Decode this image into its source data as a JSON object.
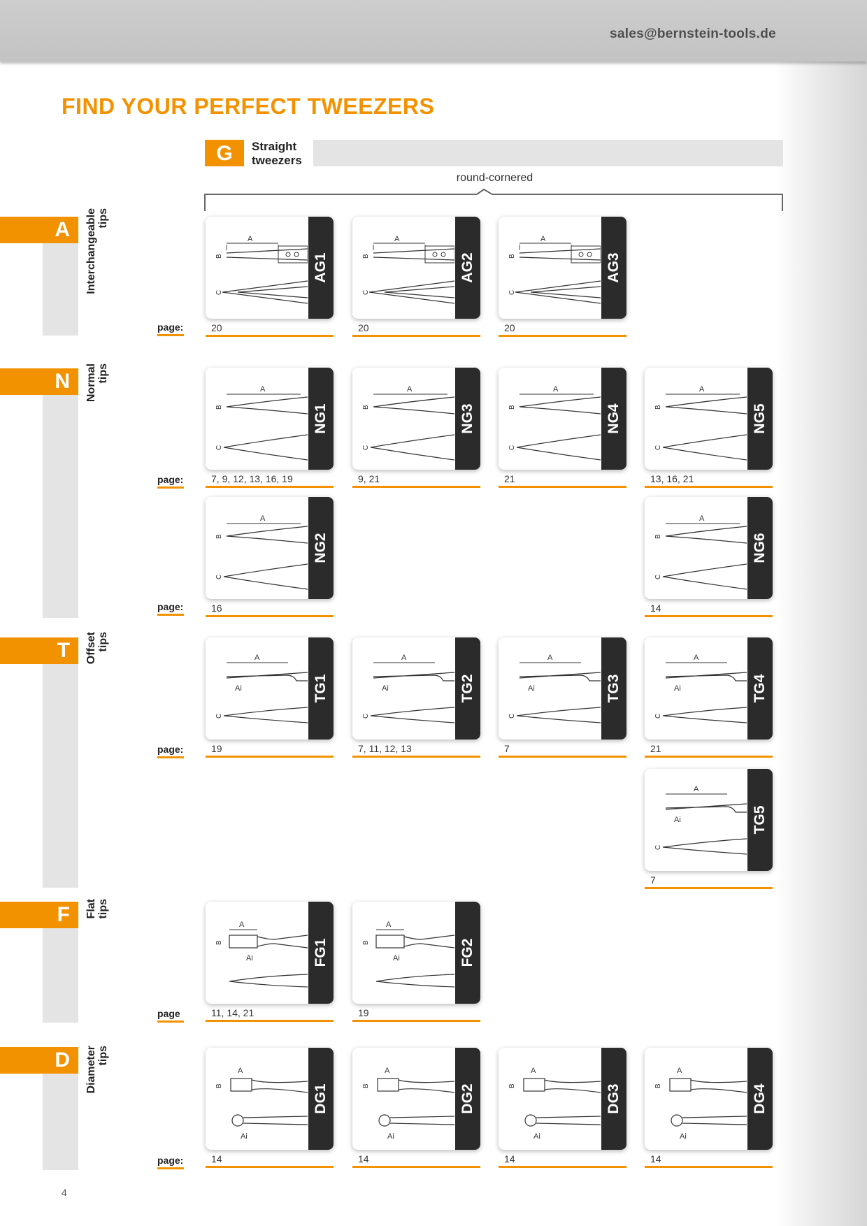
{
  "header": {
    "email": "sales@bernstein-tools.de"
  },
  "title": "FIND YOUR PERFECT TWEEZERS",
  "column_group": {
    "letter": "G",
    "label_line1": "Straight",
    "label_line2": "tweezers",
    "sub_label": "round-cornered"
  },
  "sections": [
    {
      "letter": "A",
      "label_line1": "Interchangeable",
      "label_line2": "tips"
    },
    {
      "letter": "N",
      "label_line1": "Normal",
      "label_line2": "tips"
    },
    {
      "letter": "T",
      "label_line1": "Offset",
      "label_line2": "tips"
    },
    {
      "letter": "F",
      "label_line1": "Flat",
      "label_line2": "tips"
    },
    {
      "letter": "D",
      "label_line1": "Diameter",
      "label_line2": "tips"
    }
  ],
  "page_labels": {
    "default": "page:",
    "flat": "page"
  },
  "cards": [
    {
      "code": "AG1",
      "pages": "20"
    },
    {
      "code": "AG2",
      "pages": "20"
    },
    {
      "code": "AG3",
      "pages": "20"
    },
    {
      "code": "NG1",
      "pages": "7, 9, 12, 13, 16, 19"
    },
    {
      "code": "NG3",
      "pages": "9, 21"
    },
    {
      "code": "NG4",
      "pages": "21"
    },
    {
      "code": "NG5",
      "pages": "13, 16, 21"
    },
    {
      "code": "NG2",
      "pages": "16"
    },
    {
      "code": "NG6",
      "pages": "14"
    },
    {
      "code": "TG1",
      "pages": "19"
    },
    {
      "code": "TG2",
      "pages": "7, 11, 12, 13"
    },
    {
      "code": "TG3",
      "pages": "7"
    },
    {
      "code": "TG4",
      "pages": "21"
    },
    {
      "code": "TG5",
      "pages": "7"
    },
    {
      "code": "FG1",
      "pages": "11, 14, 21"
    },
    {
      "code": "FG2",
      "pages": "19"
    },
    {
      "code": "DG1",
      "pages": "14"
    },
    {
      "code": "DG2",
      "pages": "14"
    },
    {
      "code": "DG3",
      "pages": "14"
    },
    {
      "code": "DG4",
      "pages": "14"
    }
  ],
  "dim_letters": {
    "a": "A",
    "b": "B",
    "c": "C",
    "ai": "Ai"
  },
  "footer": {
    "page_number": "4"
  }
}
